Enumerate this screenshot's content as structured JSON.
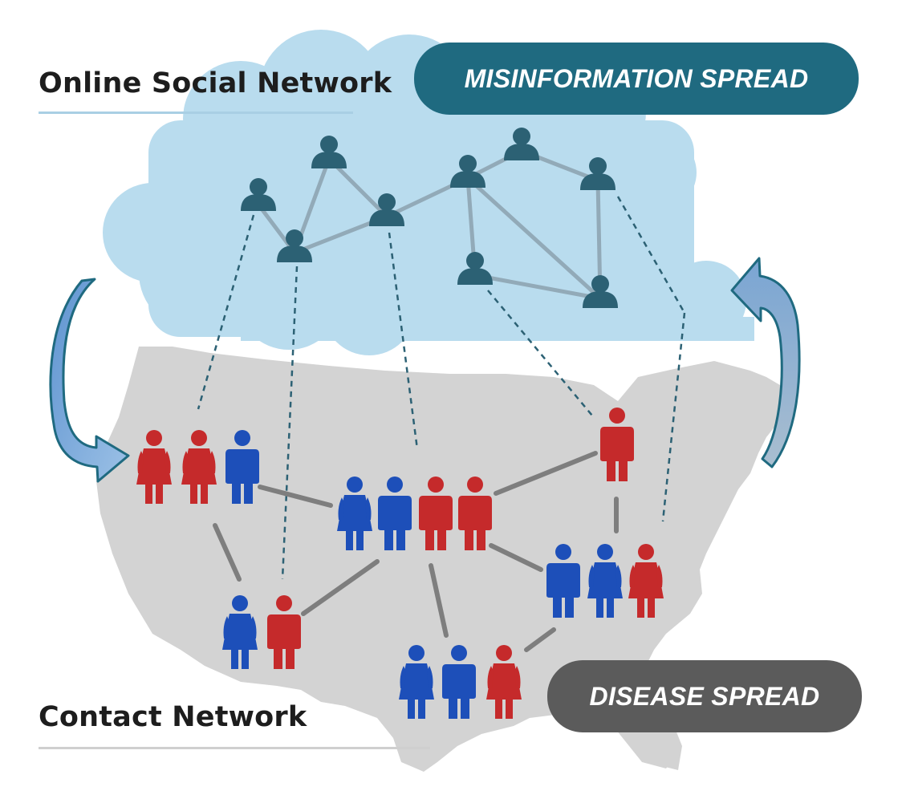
{
  "labels": {
    "online_social_network": "Online Social Network",
    "contact_network": "Contact Network"
  },
  "badges": {
    "misinformation_spread": "MISINFORMATION SPREAD",
    "disease_spread": "DISEASE SPREAD"
  },
  "colors": {
    "cloud_fill": "#b9dcee",
    "online_node": "#2c6174",
    "online_edge": "#92aab8",
    "map_fill": "#d3d3d3",
    "contact_edge": "#7e7e7e",
    "person_red": "#c52a2b",
    "person_blue": "#1d4fb9",
    "misinfo_badge": "#1f6a80",
    "disease_badge": "#5b5b5b",
    "arrow_fill": "#6b9fd6",
    "arrow_stroke": "#1f6a80",
    "rule_online": "#a9cfe4",
    "rule_contact": "#cfcfcf"
  },
  "icons": {
    "online_user": "person-bust-icon",
    "woman": "woman-figure-icon",
    "man": "man-figure-icon",
    "feedback_arrow": "curved-arrow-icon"
  }
}
